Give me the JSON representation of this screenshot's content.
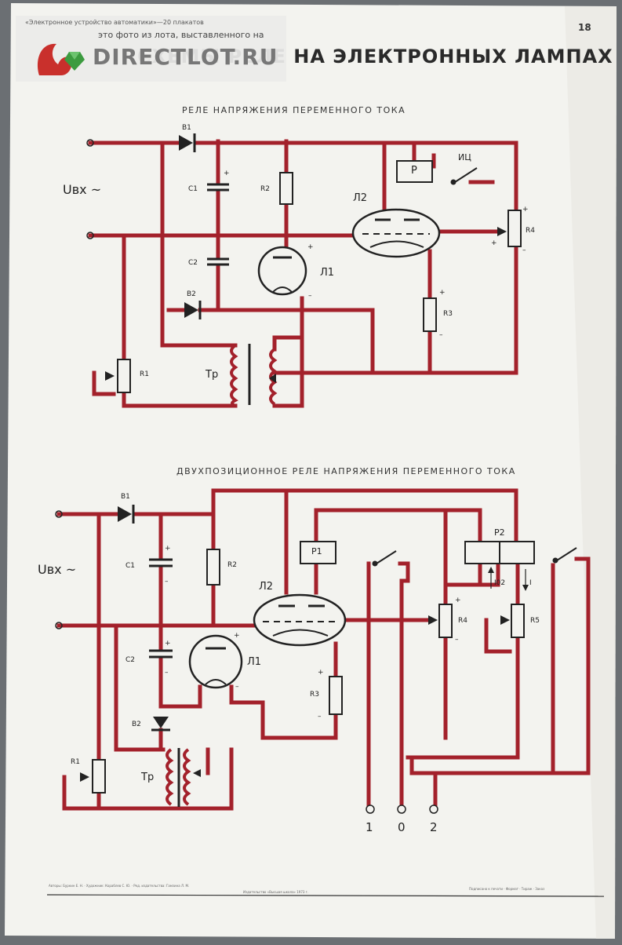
{
  "watermark": {
    "line1": "«Электронное устройство автоматики»—20 плакатов",
    "line2": "это фото из лота, выставленного на",
    "brand": "DIRECTLOT.RU"
  },
  "poster": {
    "title": "СХЕМЫ РЕЛЕ НА ЭЛЕКТРОННЫХ ЛАМПАХ",
    "page_number": "18",
    "colors": {
      "wire": "#a3212b",
      "paper": "#f3f3ef",
      "ink": "#222222"
    }
  },
  "diagram1": {
    "heading": "РЕЛЕ НАПРЯЖЕНИЯ ПЕРЕМЕННОГО ТОКА",
    "labels": {
      "input": "Uвх ~",
      "b1": "B1",
      "b2": "B2",
      "c1": "C1",
      "c2": "C2",
      "r1": "R1",
      "r2": "R2",
      "r3": "R3",
      "r4": "R4",
      "l1": "Л1",
      "l2": "Л2",
      "relay": "P",
      "ic": "ИЦ",
      "tr": "Тр",
      "plus": "+",
      "minus": "–"
    }
  },
  "diagram2": {
    "heading": "ДВУХПОЗИЦИОННОЕ РЕЛЕ НАПРЯЖЕНИЯ ПЕРЕМЕННОГО ТОКА",
    "labels": {
      "input": "Uвх ~",
      "b1": "B1",
      "b2": "B2",
      "c1": "C1",
      "c2": "C2",
      "r1": "R1",
      "r2": "R2",
      "r3": "R3",
      "r4": "R4",
      "r5": "R5",
      "l1": "Л1",
      "l2": "Л2",
      "p1": "P1",
      "p2": "P2",
      "i02": "I02",
      "i": "I",
      "tr": "Тр",
      "out1": "1",
      "out0": "0",
      "out2": "2",
      "plus": "+",
      "minus": "–"
    }
  },
  "footer": {
    "left": "Авторы: Буркин Е. Н. · Художник: Кораблев С. Ю. · Ред. издательства: Гамзина Л. М.",
    "center": "Издательство «Высшая школа» 1973 г.",
    "right": "Подписано к печати · Формат · Тираж · Заказ"
  }
}
